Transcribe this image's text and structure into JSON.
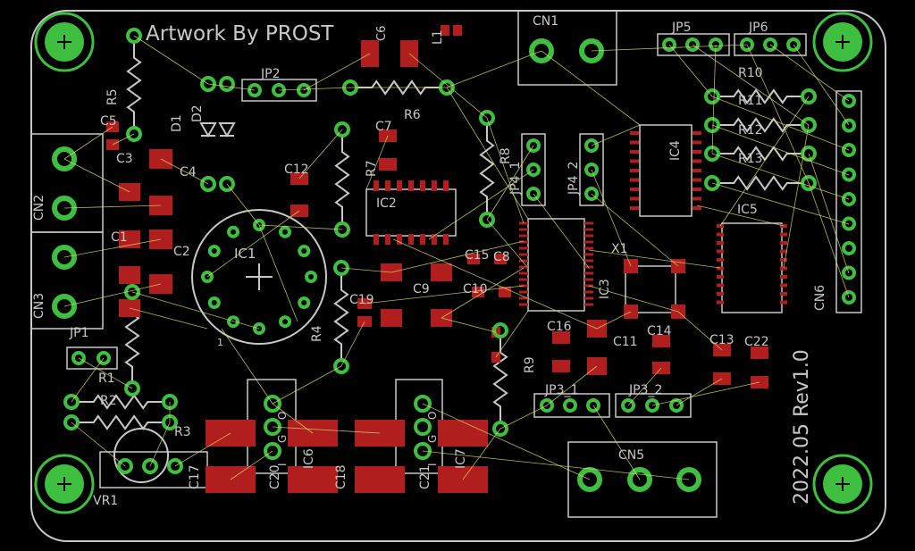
{
  "board": {
    "artwork_text": "Artwork By PROST",
    "revision_text": "2022.05 Rev1.0"
  },
  "colors": {
    "background": "#000000",
    "outline": "#c8c8c8",
    "silk": "#c8c8c8",
    "pad": "#3fbf3f",
    "smd": "#b01e1e",
    "airwire": "#d8d868"
  },
  "labels": {
    "cn1": "CN1",
    "cn2": "CN2",
    "cn3": "CN3",
    "cn5": "CN5",
    "cn6": "CN6",
    "jp1": "JP1",
    "jp2": "JP2",
    "jp3_1": "JP3_1",
    "jp3_2": "JP3_2",
    "jp4_1": "JP4_1",
    "jp4_2": "JP4_2",
    "jp5": "JP5",
    "jp6": "JP6",
    "ic1": "IC1",
    "ic2": "IC2",
    "ic3": "IC3",
    "ic4": "IC4",
    "ic5": "IC5",
    "ic6": "IC6",
    "ic7": "IC7",
    "r1": "R1",
    "r2": "R2",
    "r3": "R3",
    "r4": "R4",
    "r5": "R5",
    "r6": "R6",
    "r7": "R7",
    "r8": "R8",
    "r9": "R9",
    "r10": "R10",
    "r11": "R11",
    "r12": "R12",
    "r13": "R13",
    "c1": "C1",
    "c2": "C2",
    "c3": "C3",
    "c4": "C4",
    "c5": "C5",
    "c6": "C6",
    "c7": "C7",
    "c8": "C8",
    "c9": "C9",
    "c10": "C10",
    "c11": "C11",
    "c12": "C12",
    "c13": "C13",
    "c14": "C14",
    "c15": "C15",
    "c16": "C16",
    "c17": "C17",
    "c18": "C18",
    "c19": "C19",
    "c20": "C20",
    "c21": "C21",
    "c22": "C22",
    "d1": "D1",
    "d2": "D2",
    "l1": "L1",
    "x1": "X1",
    "vr1": "VR1",
    "pin1": "1",
    "pin_o": "O",
    "pin_g": "G",
    "pin_i": "I"
  }
}
